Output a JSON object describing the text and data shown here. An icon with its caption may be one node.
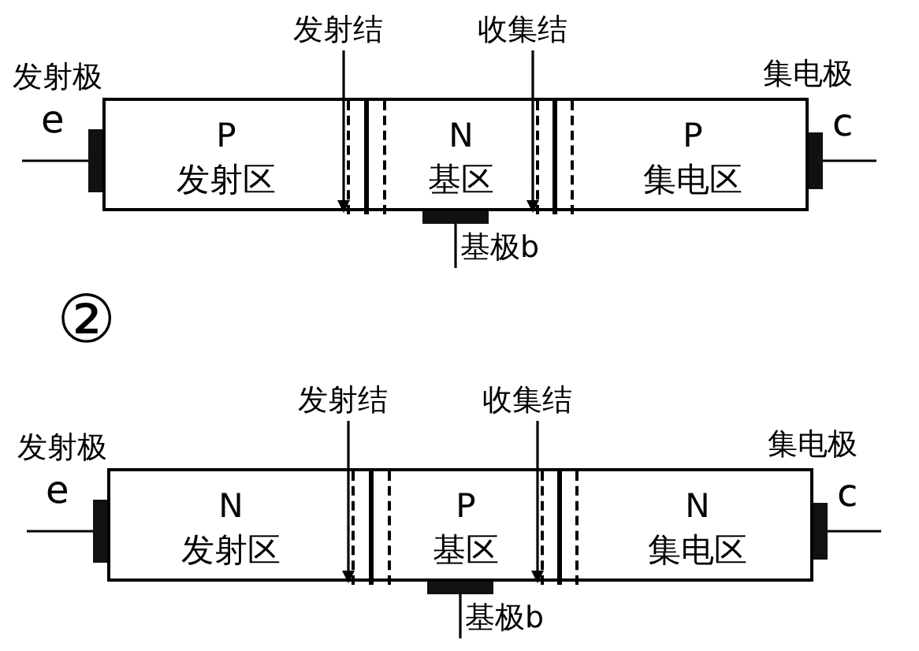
{
  "diagram": {
    "nodes": [
      {
        "text": [],
        "shape": "box"
      },
      {
        "text": [
          "P",
          "发射区"
        ],
        "in": 0
      },
      {
        "text": [
          "N",
          "基区"
        ],
        "in": 0
      },
      {
        "text": [
          "P",
          "集电区"
        ],
        "in": 0
      },
      {
        "text": [
          "发射结"
        ]
      },
      {
        "text": [],
        "shape": "line",
        "in": 0
      },
      {
        "text": [
          "收集结"
        ]
      },
      {
        "text": [],
        "shape": "line",
        "in": 0
      },
      {
        "text": [],
        "shape": "bar"
      },
      {
        "text": [],
        "shape": "bar"
      },
      {
        "text": [],
        "shape": "bar"
      },
      {
        "text": [
          "基极b"
        ]
      },
      {
        "text": [],
        "shape": "box"
      },
      {
        "text": [
          "N",
          "发射区"
        ],
        "in": 12
      },
      {
        "text": [
          "P",
          "基区"
        ],
        "in": 12
      },
      {
        "text": [
          "N",
          "集电区"
        ],
        "in": 12
      },
      {
        "text": [
          "发射结"
        ]
      },
      {
        "text": [],
        "shape": "line",
        "in": 12
      },
      {
        "text": [
          "收集结"
        ]
      },
      {
        "text": [],
        "shape": "line",
        "in": 12
      },
      {
        "text": [],
        "shape": "bar"
      },
      {
        "text": [],
        "shape": "bar"
      },
      {
        "text": [],
        "shape": "bar"
      },
      {
        "text": [
          "基极b"
        ]
      }
    ],
    "edges": [
      {
        "from": 4,
        "to": 5,
        "arrow": "to"
      },
      {
        "from": 6,
        "to": 7,
        "arrow": "to"
      },
      {
        "from": 8,
        "to": null,
        "arrow": "none"
      },
      {
        "from": 9,
        "to": null,
        "arrow": "none"
      },
      {
        "from": 10,
        "to": 11,
        "arrow": "none"
      },
      {
        "from": 16,
        "to": 17,
        "arrow": "to"
      },
      {
        "from": 18,
        "to": 19,
        "arrow": "to"
      },
      {
        "from": 20,
        "to": null,
        "arrow": "none"
      },
      {
        "from": 21,
        "to": null,
        "arrow": "none"
      },
      {
        "from": 22,
        "to": 23,
        "arrow": "none"
      }
    ],
    "labels": [
      "发射极",
      "e",
      "集电极",
      "c",
      "②",
      "发射极",
      "e",
      "集电极",
      "c"
    ]
  }
}
